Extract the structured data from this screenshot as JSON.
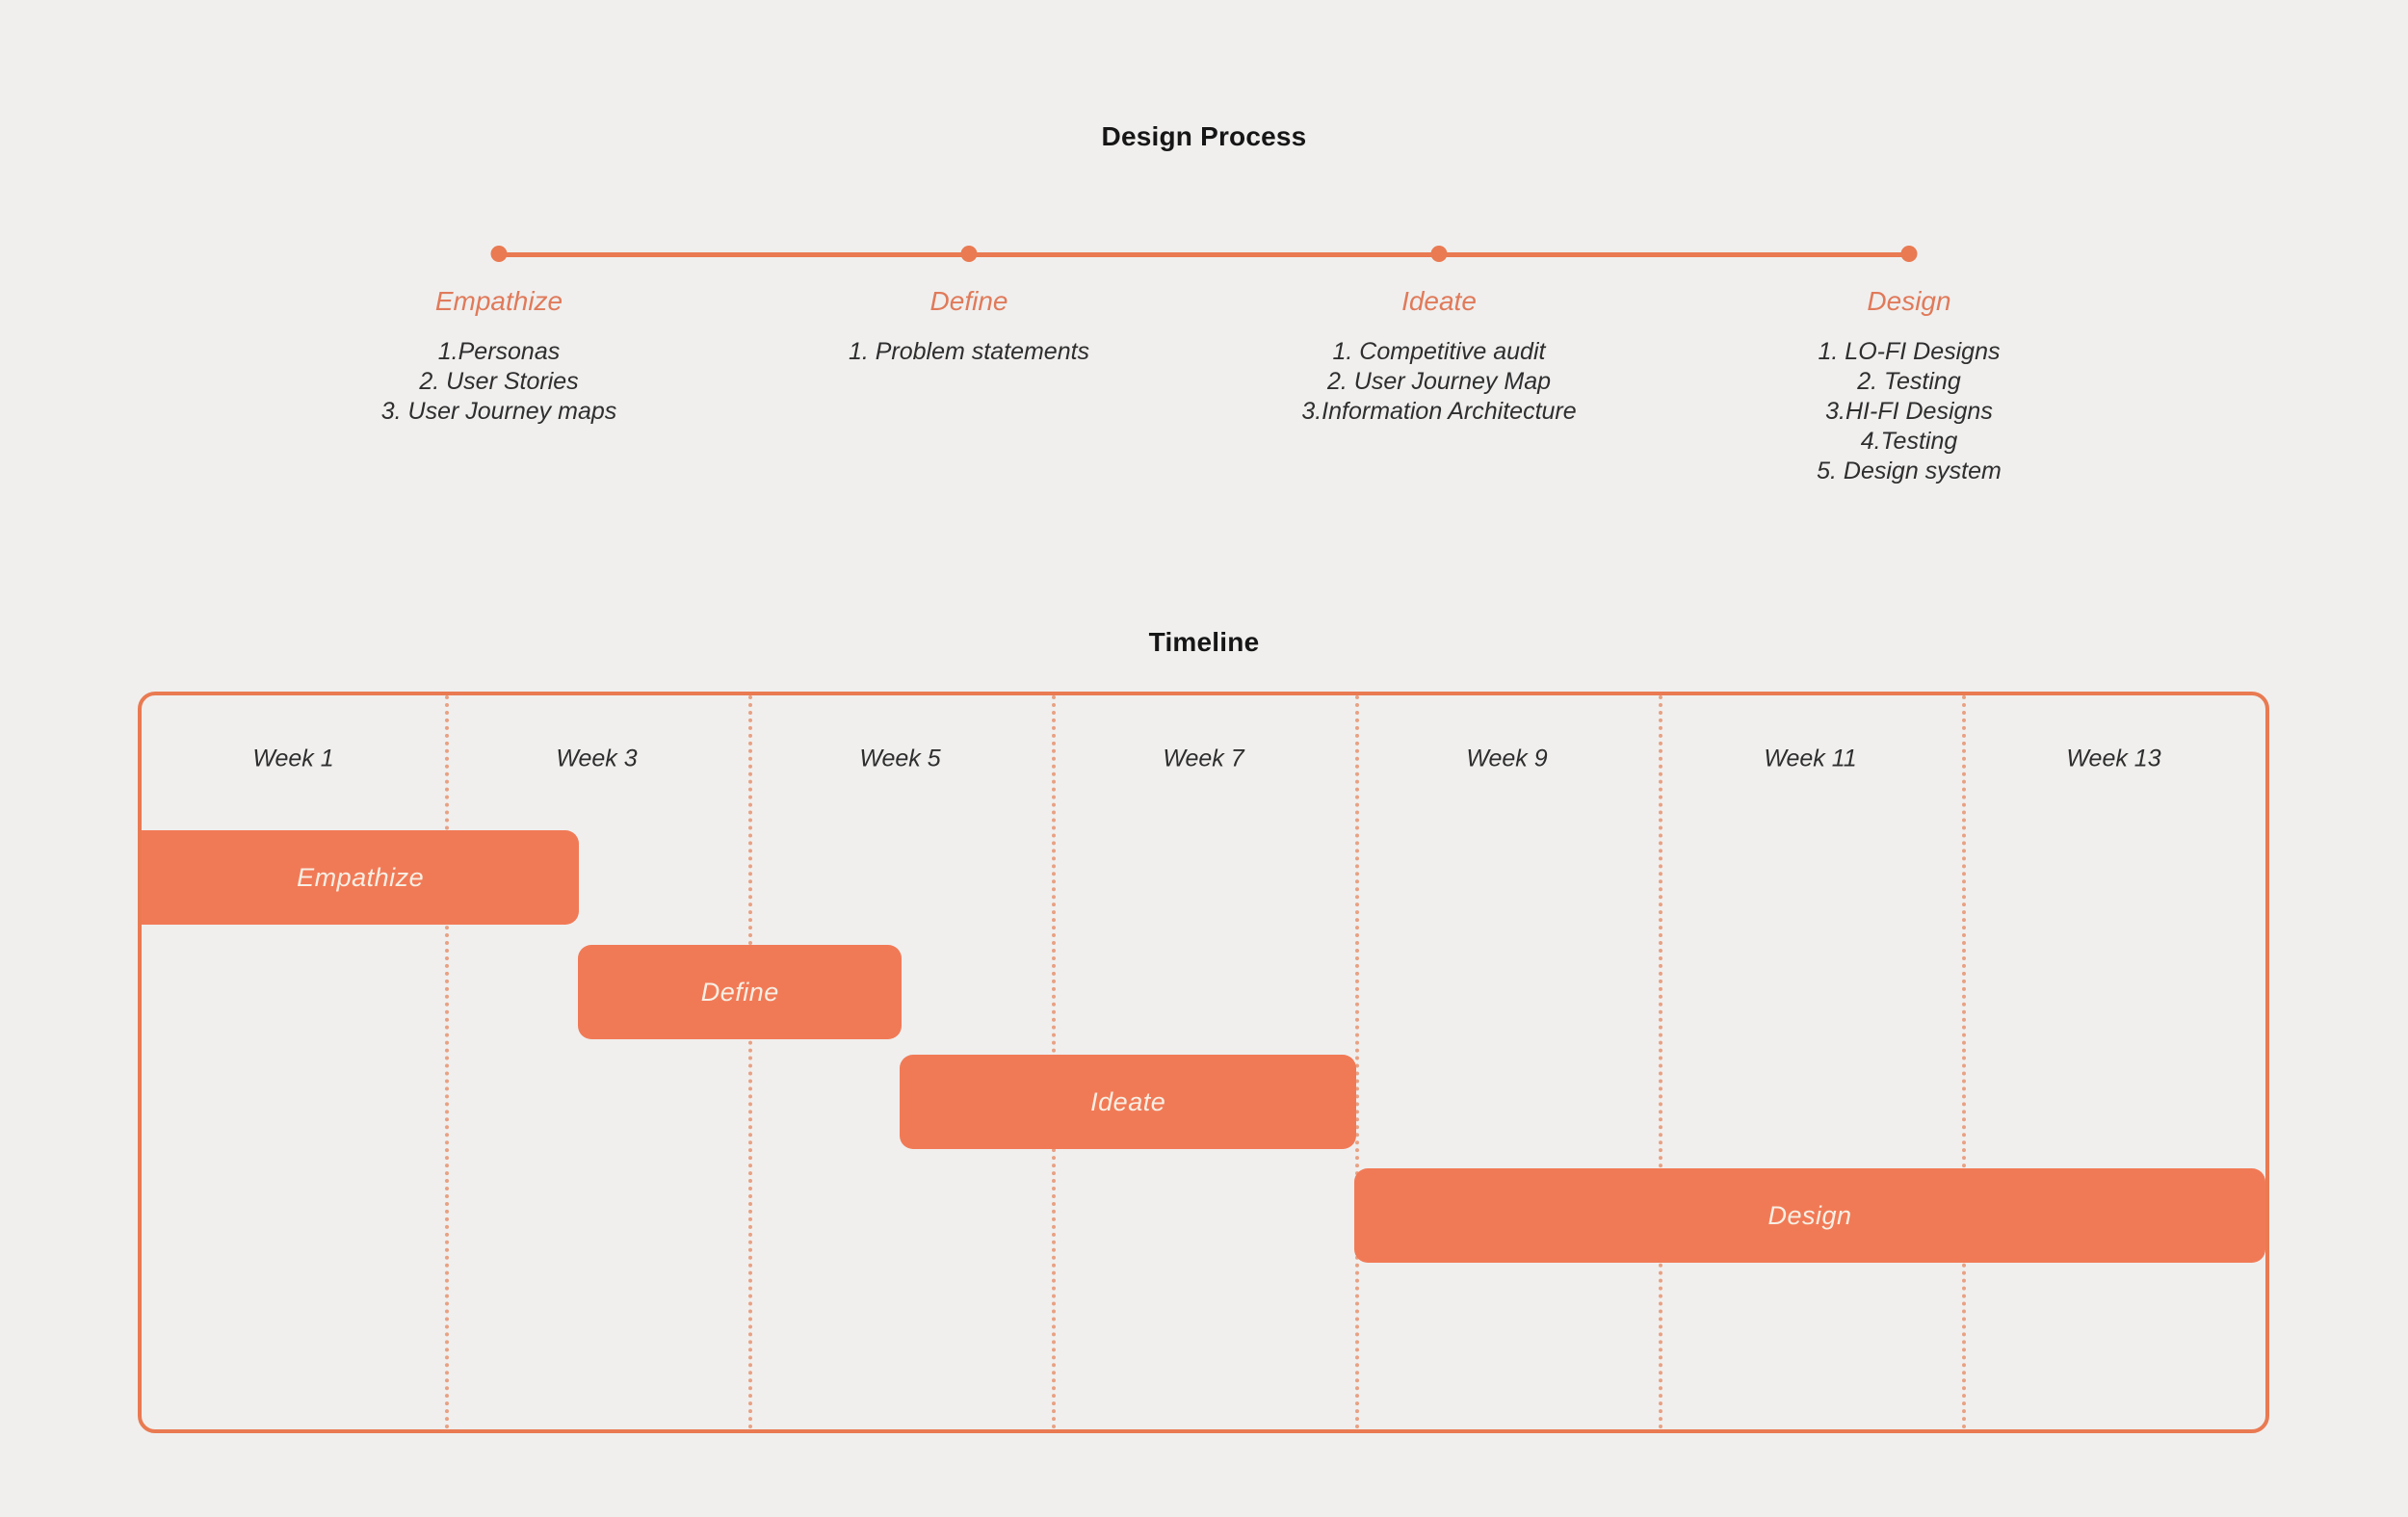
{
  "colors": {
    "background": "#f0efee",
    "accent": "#e97a52",
    "accent_light": "#e8a183",
    "bar_fill": "#f17a56",
    "bar_label": "#f7efe4",
    "stage_label": "#e07a5a",
    "text_dark": "#2e2e2e",
    "title": "#161616"
  },
  "process": {
    "title": "Design Process",
    "stages": [
      {
        "label": "Empathize",
        "items": [
          "1.Personas",
          "2. User Stories",
          "3. User Journey maps"
        ]
      },
      {
        "label": "Define",
        "items": [
          "1. Problem statements"
        ]
      },
      {
        "label": "Ideate",
        "items": [
          "1. Competitive audit",
          "2. User Journey Map",
          "3.Information Architecture"
        ]
      },
      {
        "label": "Design",
        "items": [
          "1. LO-FI Designs",
          "2. Testing",
          "3.HI-FI Designs",
          "4.Testing",
          "5. Design system"
        ]
      }
    ]
  },
  "timeline": {
    "title": "Timeline",
    "week_labels": [
      "Week 1",
      "Week 3",
      "Week 5",
      "Week 7",
      "Week 9",
      "Week 11",
      "Week 13"
    ],
    "bars": [
      {
        "label": "Empathize",
        "row": 0,
        "start_pct": 0,
        "end_pct": 20.6
      },
      {
        "label": "Define",
        "row": 1,
        "start_pct": 20.55,
        "end_pct": 35.8
      },
      {
        "label": "Ideate",
        "row": 2,
        "start_pct": 35.7,
        "end_pct": 57.2
      },
      {
        "label": "Design",
        "row": 3,
        "start_pct": 57.1,
        "end_pct": 100
      }
    ]
  }
}
